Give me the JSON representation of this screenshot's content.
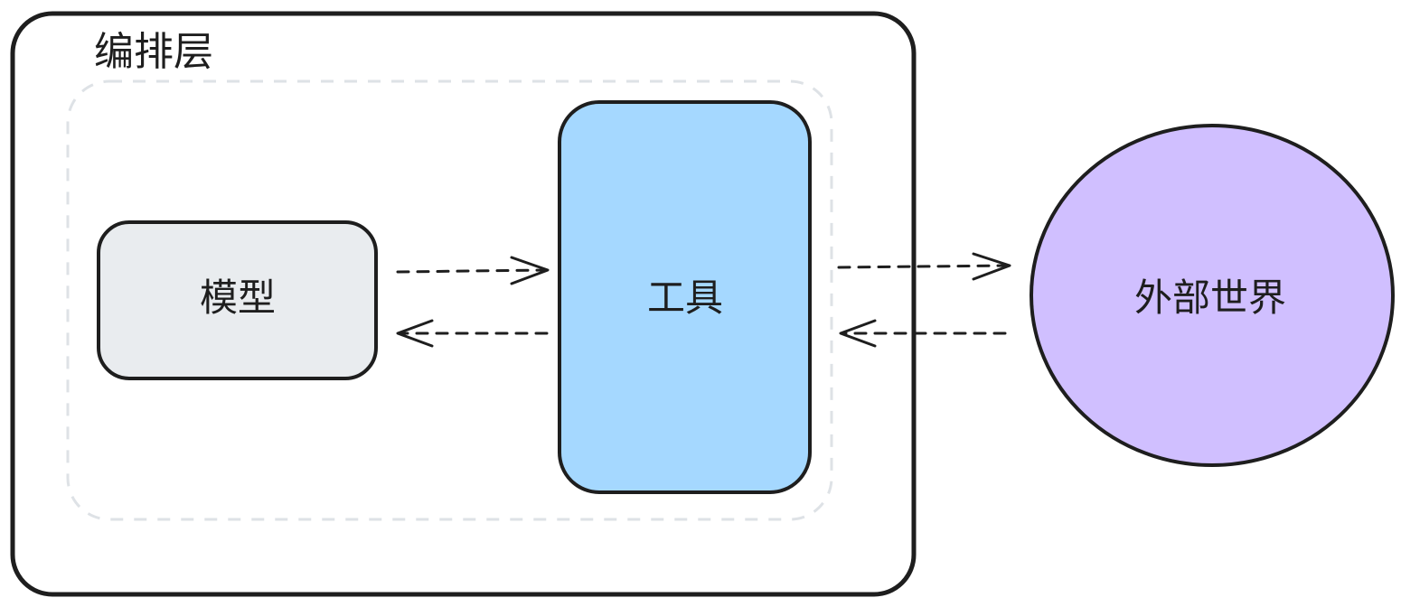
{
  "orchestration_layer": {
    "label": "编排层"
  },
  "nodes": {
    "model": {
      "label": "模型",
      "fill": "#e9ecef"
    },
    "tools": {
      "label": "工具",
      "fill": "#a5d8ff"
    },
    "external_world": {
      "label": "外部世界",
      "fill": "#d0bfff"
    }
  },
  "colors": {
    "stroke": "#1e1e1e",
    "dashed_boundary": "#dee2e6",
    "background": "#ffffff"
  },
  "connections": [
    {
      "from": "model",
      "to": "tools",
      "style": "dashed-arrow"
    },
    {
      "from": "tools",
      "to": "model",
      "style": "dashed-arrow"
    },
    {
      "from": "tools",
      "to": "external_world",
      "style": "dashed-arrow"
    },
    {
      "from": "external_world",
      "to": "tools",
      "style": "dashed-arrow"
    }
  ]
}
